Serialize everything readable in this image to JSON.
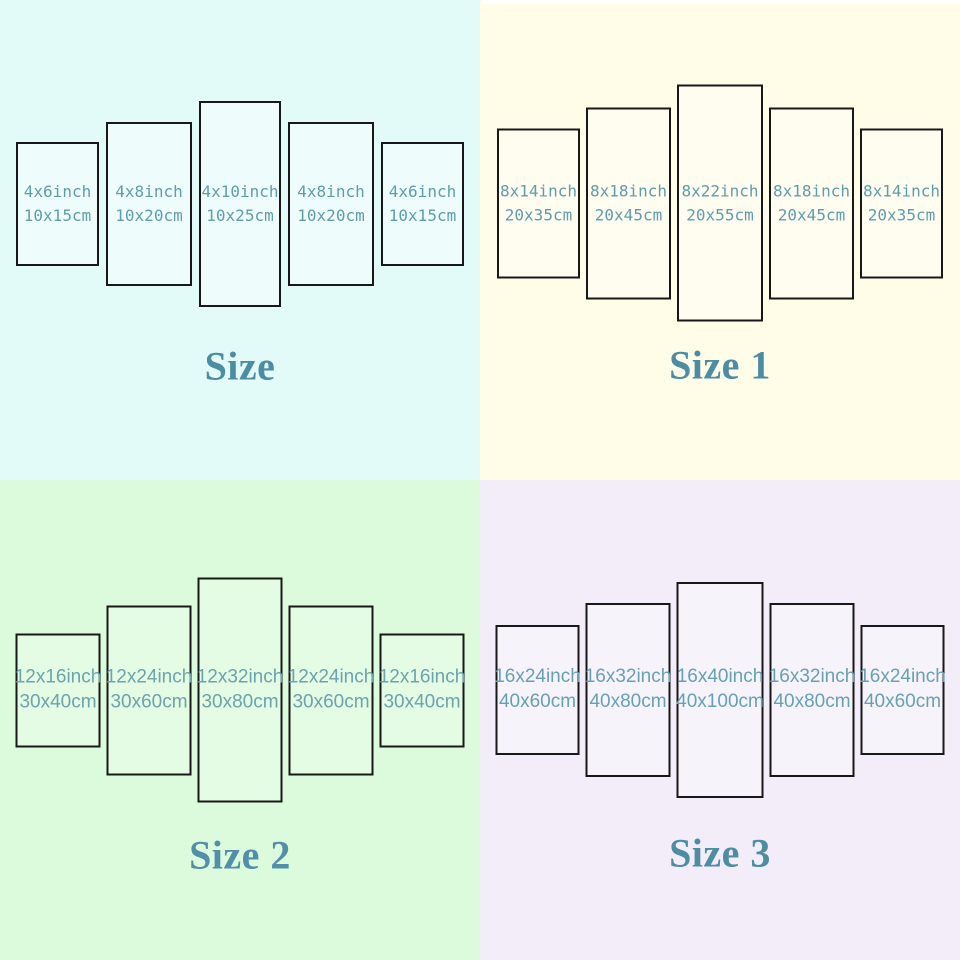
{
  "colors": {
    "panel_border": "#181818"
  },
  "quadrants": [
    {
      "title": "Size",
      "colors": {
        "bg": "#e2faf8",
        "panel": "#eefdfc",
        "label": "#5f9dac",
        "title": "#4d8da4"
      },
      "panels": [
        {
          "inch": "4x6inch",
          "cm": "10x15cm"
        },
        {
          "inch": "4x8inch",
          "cm": "10x20cm"
        },
        {
          "inch": "4x10inch",
          "cm": "10x25cm"
        },
        {
          "inch": "4x8inch",
          "cm": "10x20cm"
        },
        {
          "inch": "4x6inch",
          "cm": "10x15cm"
        }
      ]
    },
    {
      "title": "Size 1",
      "colors": {
        "bg": "#fffde8",
        "panel": "#fffdf0",
        "label": "#5f9dac",
        "title": "#4d8da4"
      },
      "panels": [
        {
          "inch": "8x14inch",
          "cm": "20x35cm"
        },
        {
          "inch": "8x18inch",
          "cm": "20x45cm"
        },
        {
          "inch": "8x22inch",
          "cm": "20x55cm"
        },
        {
          "inch": "8x18inch",
          "cm": "20x45cm"
        },
        {
          "inch": "8x14inch",
          "cm": "20x35cm"
        }
      ]
    },
    {
      "title": "Size 2",
      "colors": {
        "bg": "#dcfadc",
        "panel": "#e4fbe4",
        "label": "#6ba4ac",
        "title": "#5190a8"
      },
      "panels": [
        {
          "inch": "12x16inch",
          "cm": "30x40cm"
        },
        {
          "inch": "12x24inch",
          "cm": "30x60cm"
        },
        {
          "inch": "12x32inch",
          "cm": "30x80cm"
        },
        {
          "inch": "12x24inch",
          "cm": "30x60cm"
        },
        {
          "inch": "12x16inch",
          "cm": "30x40cm"
        }
      ]
    },
    {
      "title": "Size 3",
      "colors": {
        "bg": "#f2edf8",
        "panel": "#f7f3fb",
        "label": "#67a0b5",
        "title": "#4d8da4"
      },
      "panels": [
        {
          "inch": "16x24inch",
          "cm": "40x60cm"
        },
        {
          "inch": "16x32inch",
          "cm": "40x80cm"
        },
        {
          "inch": "16x40inch",
          "cm": "40x100cm"
        },
        {
          "inch": "16x32inch",
          "cm": "40x80cm"
        },
        {
          "inch": "16x24inch",
          "cm": "40x60cm"
        }
      ]
    }
  ]
}
